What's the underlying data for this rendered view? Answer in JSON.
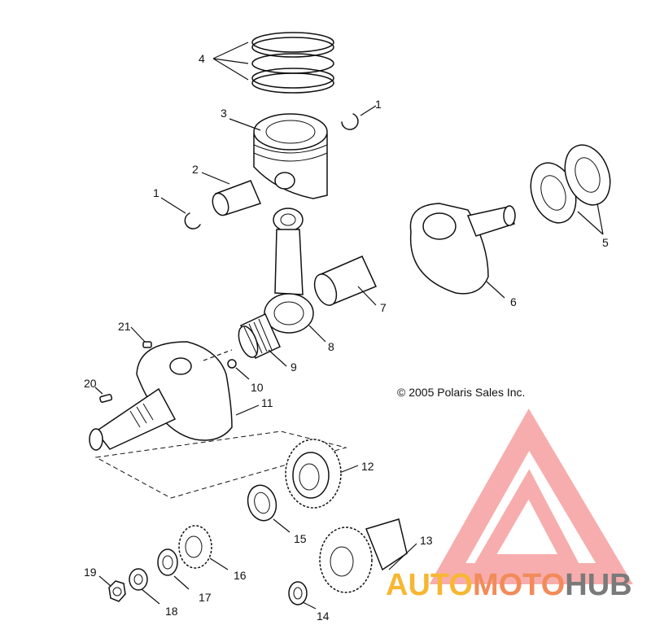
{
  "callouts": [
    "1",
    "2",
    "3",
    "4",
    "1",
    "5",
    "6",
    "7",
    "8",
    "9",
    "21",
    "10",
    "20",
    "11",
    "12",
    "15",
    "13",
    "19",
    "18",
    "17",
    "16",
    "14"
  ],
  "copyright": "© 2005 Polaris Sales Inc.",
  "watermark": {
    "part1": "AUTO",
    "part2": "MOTO",
    "part3": "HUB",
    "colors": {
      "triangle": "#f26b6b",
      "auto": "#f7b733",
      "moto": "#f28b5a",
      "hub": "#7a7a7a"
    }
  }
}
